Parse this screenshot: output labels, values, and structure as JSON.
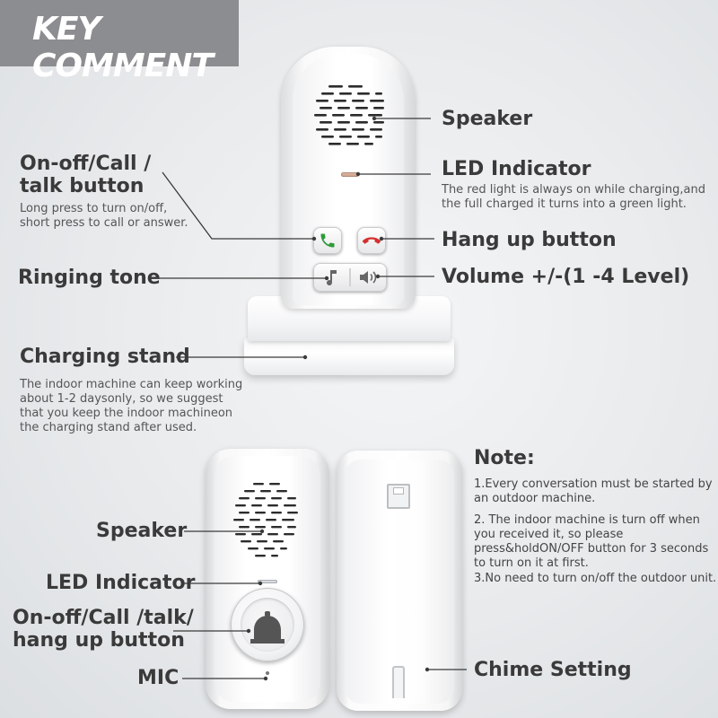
{
  "banner": {
    "title": "KEY COMMENT"
  },
  "top": {
    "speaker": "Speaker",
    "led": "LED Indicator",
    "led_desc": "The red light is always on while charging,and the full charged it turns into a green light.",
    "onoff_title_1": "On-off/Call /",
    "onoff_title_2": "talk button",
    "onoff_desc": "Long press to turn on/off, short press to call or answer.",
    "hangup": "Hang up button",
    "ringing": "Ringing tone",
    "volume": "Volume +/-(1 -4 Level)",
    "charging": "Charging stand",
    "charging_desc": "The indoor machine can keep working about 1-2 daysonly, so we suggest that you keep the indoor machineon the charging stand after used."
  },
  "bottom": {
    "speaker": "Speaker",
    "led": "LED Indicator",
    "onoff_1": "On-off/Call /talk/",
    "onoff_2": "hang up button",
    "mic": "MIC",
    "chime": "Chime Setting"
  },
  "note": {
    "title": "Note:",
    "items": [
      "1.Every conversation must be started by an outdoor machine.",
      "2. The indoor machine is turn off when you received it, so please press&holdON/OFF button for 3 seconds to turn on it at first.",
      "3.No need to turn on/off the outdoor unit."
    ]
  },
  "icons": {
    "call": "phone-green-icon",
    "hangup": "phone-red-icon",
    "ring": "music-note-icon",
    "volume": "speaker-volume-icon",
    "bell": "bell-icon"
  },
  "colors": {
    "banner": "#8b8d90",
    "call_green": "#2e9b3a",
    "hangup_red": "#d62f2f"
  }
}
